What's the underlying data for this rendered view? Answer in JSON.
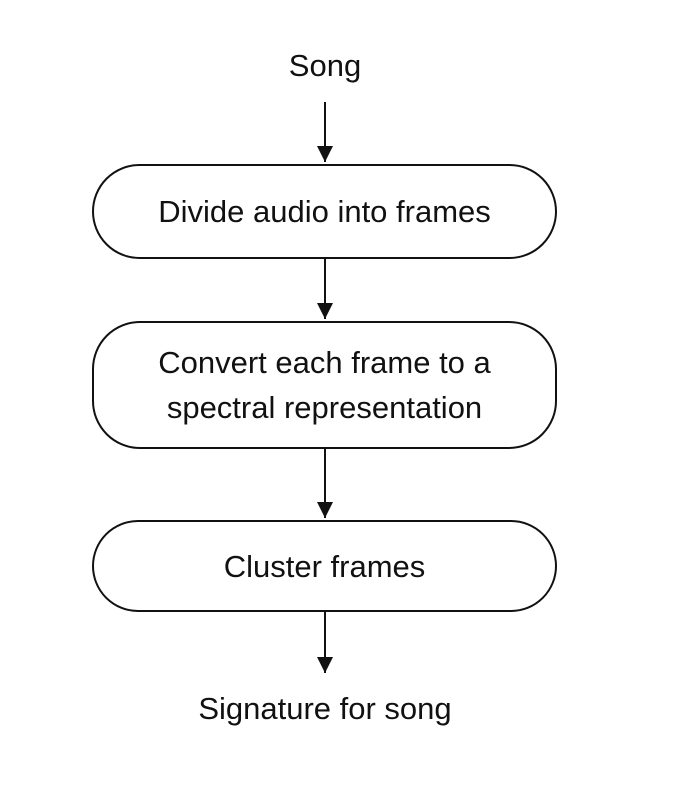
{
  "flowchart": {
    "input": "Song",
    "steps": [
      {
        "label": "Divide audio into frames"
      },
      {
        "label": "Convert each frame to a spectral representation"
      },
      {
        "label": "Cluster frames"
      }
    ],
    "output": "Signature for song"
  }
}
